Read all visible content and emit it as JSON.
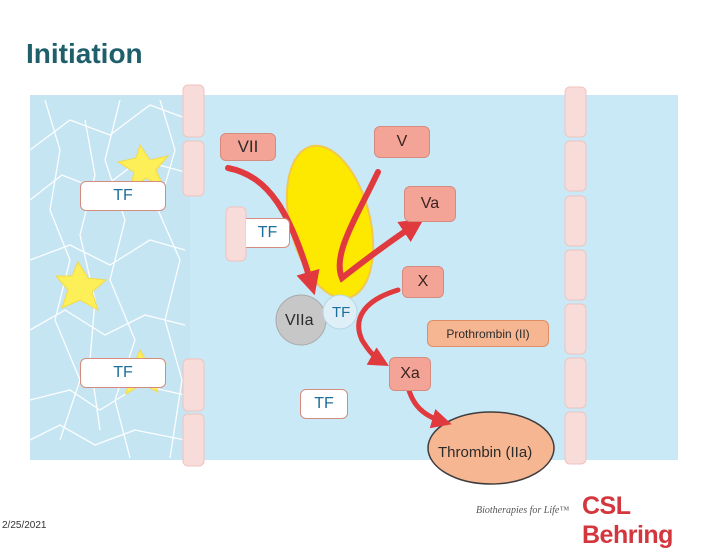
{
  "title": "Initiation",
  "factors": {
    "vii": "VII",
    "v": "V",
    "tf_top": "TF",
    "va": "Va",
    "tf_mid": "TF",
    "x": "X",
    "viia": "VIIa",
    "tf_viia": "TF",
    "prothrombin": "Prothrombin (II)",
    "tf_left_low": "TF",
    "xa": "Xa",
    "tf_low": "TF",
    "thrombin": "Thrombin (IIa)"
  },
  "footer": {
    "date": "2/25/2021",
    "tagline": "Biotherapies for Life™",
    "brand": "CSL Behring"
  },
  "colors": {
    "background_panel": "#c9e9f7",
    "arrow": "#e03a3e",
    "platelet": "#fdef57",
    "salmon_box": "#f4a496",
    "thrombin": "#f6b692",
    "title": "#1f5f6b",
    "brand": "#d3363d"
  }
}
